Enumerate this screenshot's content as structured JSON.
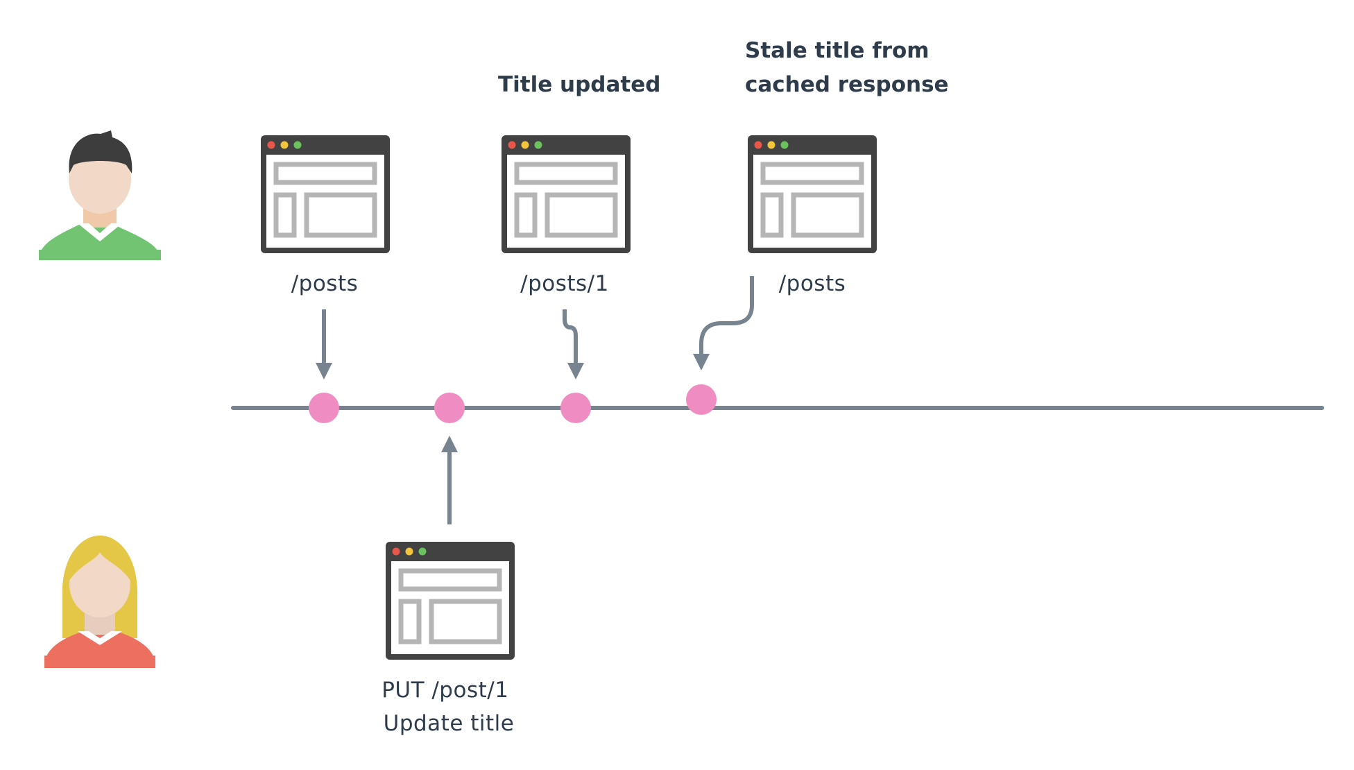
{
  "colors": {
    "timeline": "#77838f",
    "event_dot": "#ef8dc3",
    "window_frame": "#424242",
    "window_content": "#b5b5b5",
    "dot_red": "#e9574b",
    "dot_yellow": "#f2c53d",
    "dot_green": "#6cc35d",
    "text": "#2d3b4a",
    "user1_shirt": "#72c372",
    "user1_hair": "#3d3d3d",
    "user2_shirt": "#ec6f60",
    "user2_hair": "#e5c747",
    "skin": "#f2d8c7"
  },
  "actors": [
    {
      "icon": "male-user-icon"
    },
    {
      "icon": "female-user-icon"
    }
  ],
  "annotations": [
    {
      "lines": [
        "Title updated"
      ]
    },
    {
      "lines": [
        "Stale title from",
        "cached response"
      ]
    }
  ],
  "requests": [
    {
      "icon": "browser-window-icon",
      "lines": [
        "/posts"
      ]
    },
    {
      "icon": "browser-window-icon",
      "lines": [
        "/posts/1"
      ]
    },
    {
      "icon": "browser-window-icon",
      "lines": [
        "/posts"
      ]
    },
    {
      "icon": "browser-window-icon",
      "lines": [
        "PUT /post/1",
        "Update title"
      ]
    }
  ]
}
